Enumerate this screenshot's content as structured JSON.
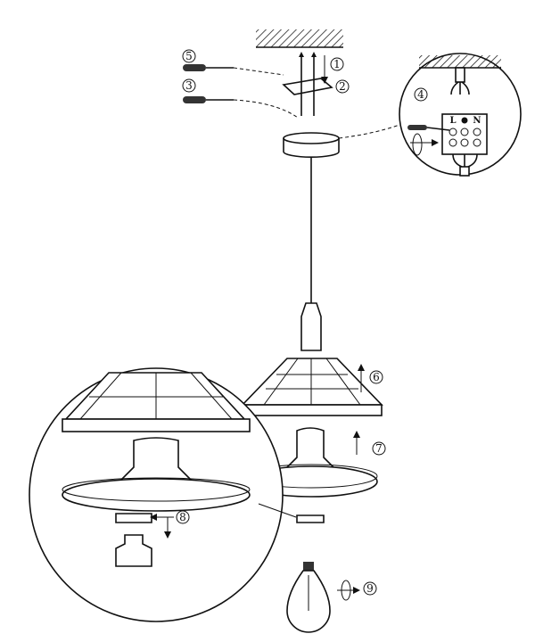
{
  "diagram": {
    "steps": [
      "1",
      "2",
      "3",
      "4",
      "5",
      "6",
      "7",
      "8",
      "9"
    ],
    "terminal_labels": {
      "live": "L",
      "neutral": "N"
    },
    "colors": {
      "ink": "#111111",
      "background": "#ffffff"
    }
  }
}
